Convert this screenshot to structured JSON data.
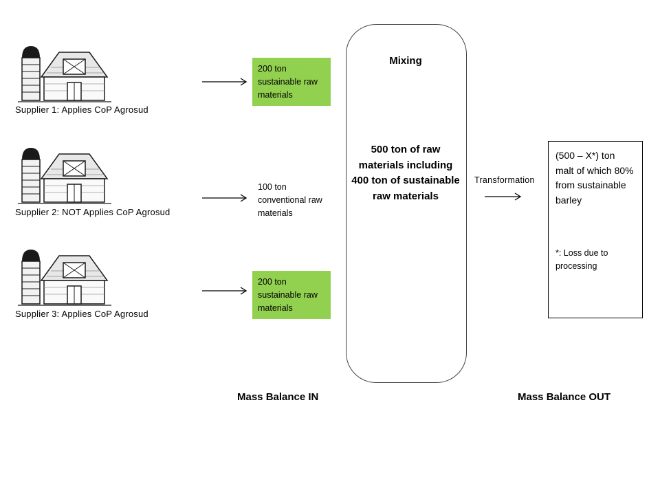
{
  "suppliers": [
    {
      "label": "Supplier 1: Applies CoP Agrosud",
      "input": "200 ton sustainable raw materials",
      "sustainable": true
    },
    {
      "label": "Supplier 2: NOT Applies CoP Agrosud",
      "input": "100 ton conventional raw materials",
      "sustainable": false
    },
    {
      "label": "Supplier 3: Applies CoP Agrosud",
      "input": "200 ton sustainable raw materials",
      "sustainable": true
    }
  ],
  "mixing": {
    "title": "Mixing",
    "body": "500 ton of raw materials including 400 ton of sustainable raw materials"
  },
  "transformation_label": "Transformation",
  "output": {
    "main": "(500 – X*) ton malt of which 80% from sustainable barley",
    "footnote": "*: Loss due to processing"
  },
  "footer": {
    "in_label": "Mass Balance IN",
    "out_label": "Mass Balance OUT"
  },
  "colors": {
    "sustainable_green": "#92D050"
  }
}
